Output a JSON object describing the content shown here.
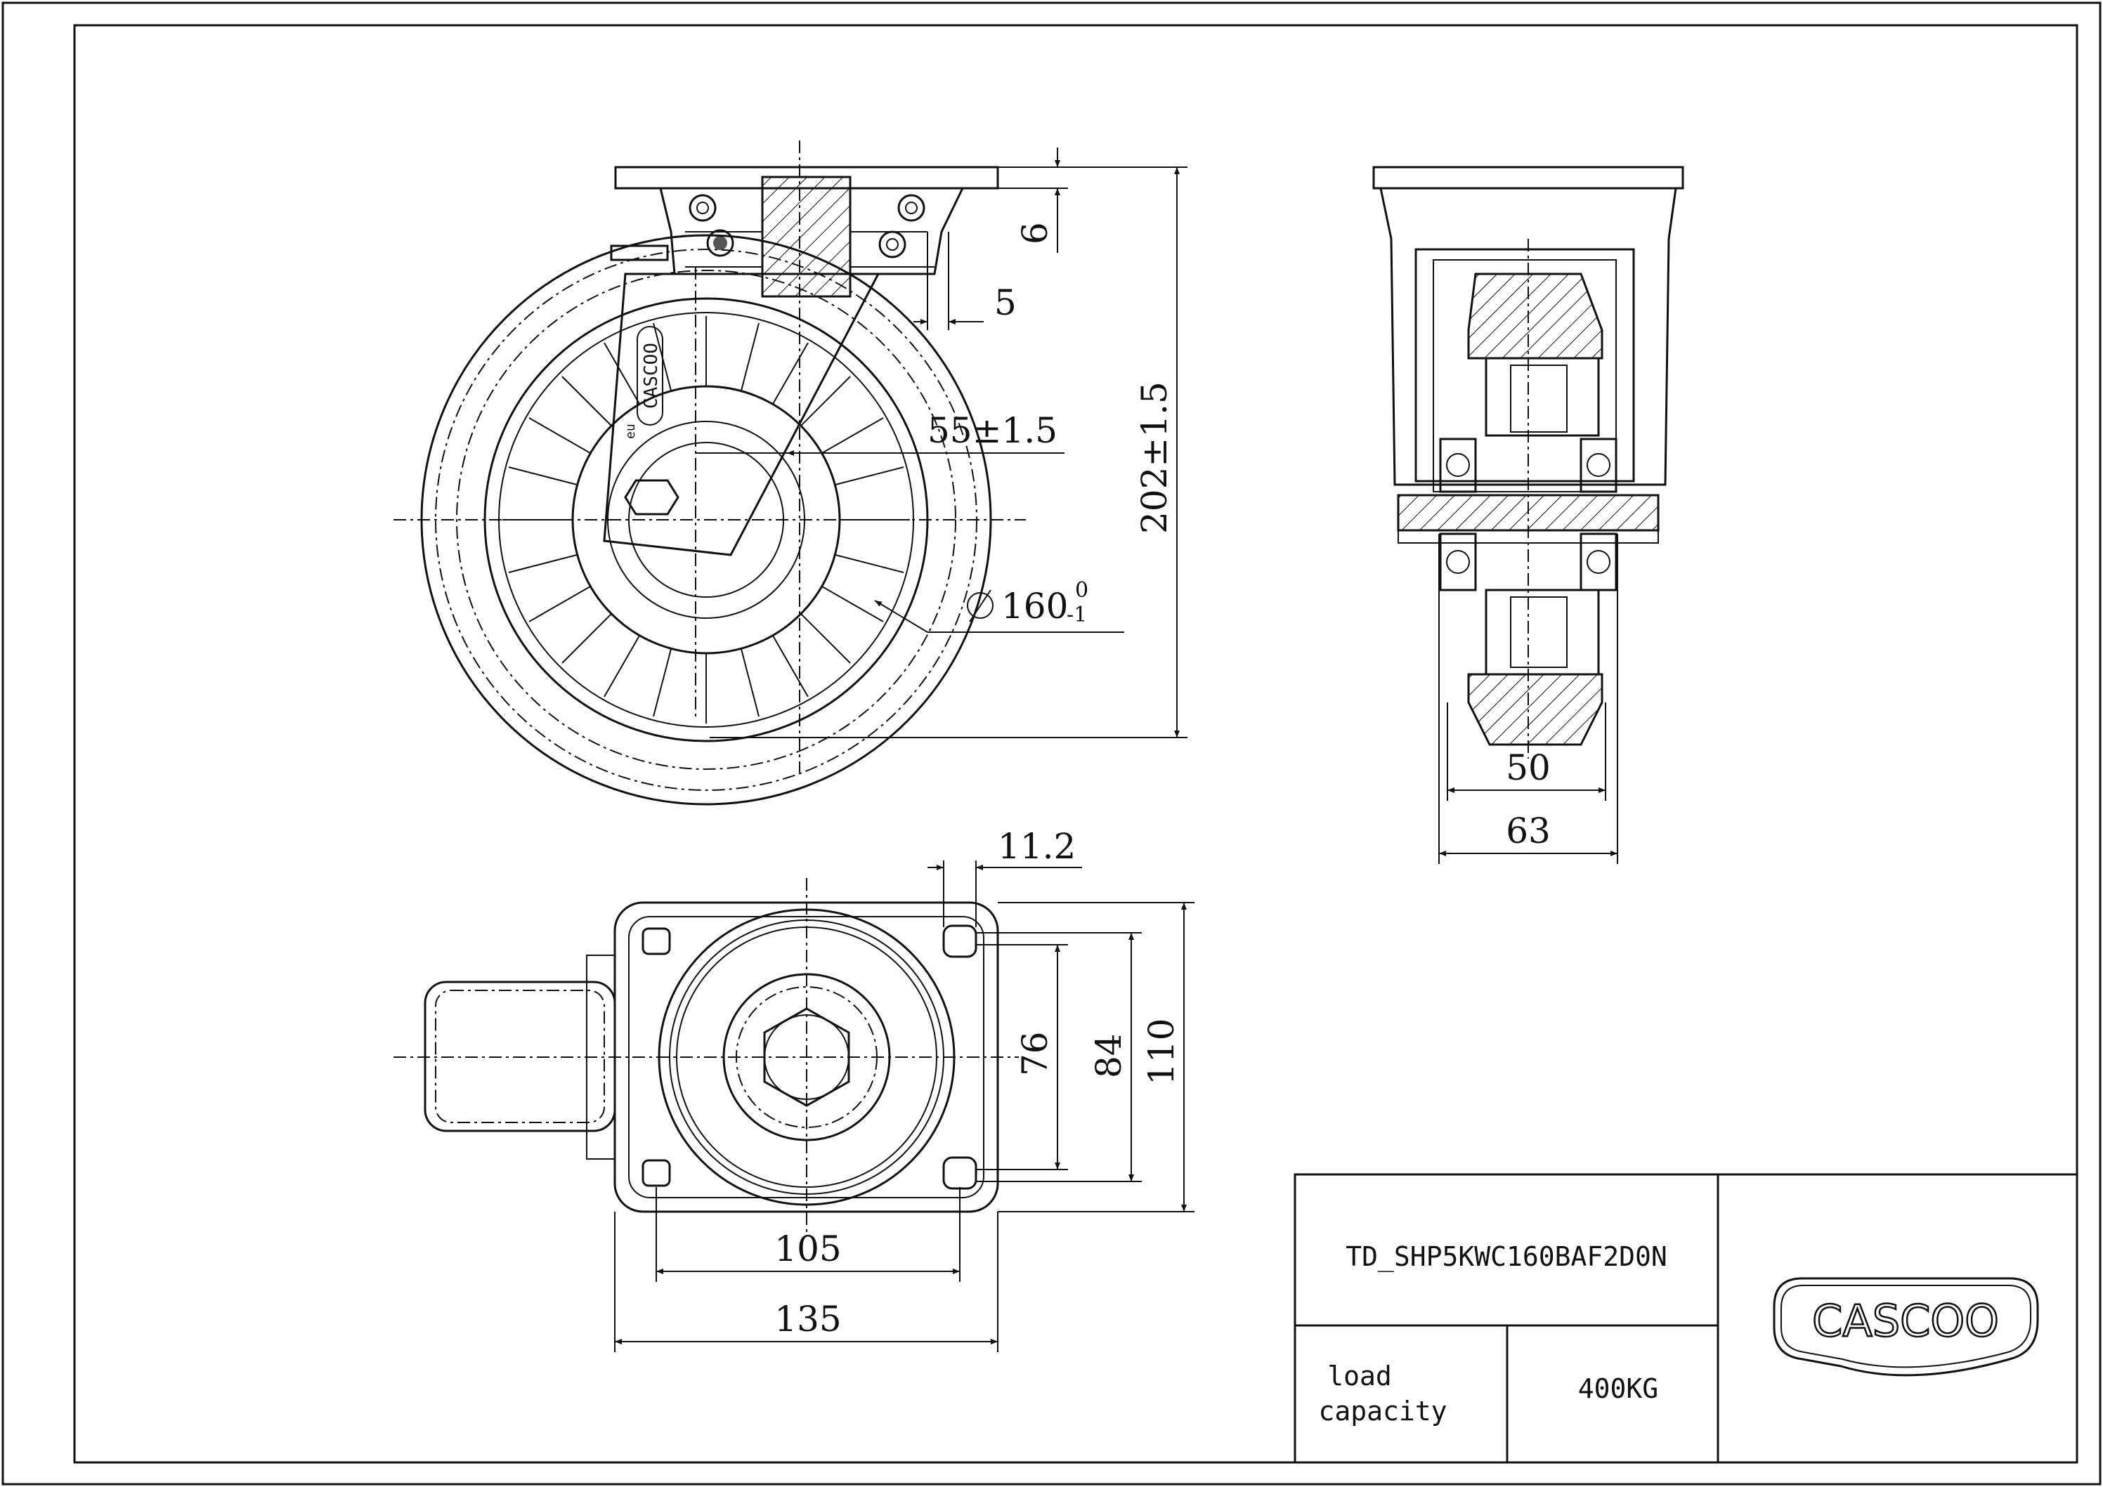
{
  "drawing": {
    "part_number": "TD_SHP5KWC160BAF2D0N",
    "load_label_line1": "load",
    "load_label_line2": "capacity",
    "load_value": "400KG",
    "logo_text": "CASCOO",
    "side_logo_text": "CASCOO",
    "side_logo_small": "eu"
  },
  "dimensions": {
    "plate_thickness": "6",
    "offset": "5",
    "swivel_offset": "55±1.5",
    "overall_height": "202±1.5",
    "wheel_diameter": "160",
    "wheel_tol_upper": "0",
    "wheel_tol_lower": "-1",
    "wheel_width": "50",
    "fork_width": "63",
    "hole_size": "11.2",
    "hole_spacing_short": "76",
    "hole_spacing_mid": "84",
    "plate_width_short": "110",
    "hole_spacing_long": "105",
    "plate_length": "135"
  }
}
